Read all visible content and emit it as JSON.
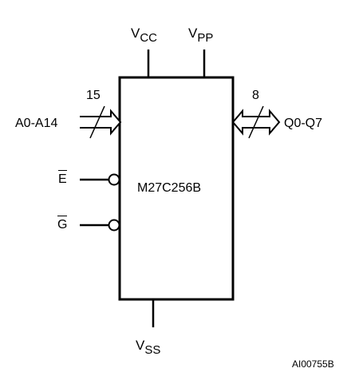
{
  "chip": {
    "name": "M27C256B"
  },
  "power": {
    "vcc": {
      "main": "V",
      "sub": "CC"
    },
    "vpp": {
      "main": "V",
      "sub": "PP"
    },
    "vss": {
      "main": "V",
      "sub": "SS"
    }
  },
  "inputs": {
    "address": {
      "label": "A0-A14",
      "width": "15"
    },
    "chip_enable": {
      "label": "E"
    },
    "output_enable": {
      "label": "G"
    }
  },
  "outputs": {
    "data": {
      "label": "Q0-Q7",
      "width": "8"
    }
  },
  "figure_id": "AI00755B",
  "colors": {
    "stroke": "#000000",
    "background": "#ffffff"
  }
}
